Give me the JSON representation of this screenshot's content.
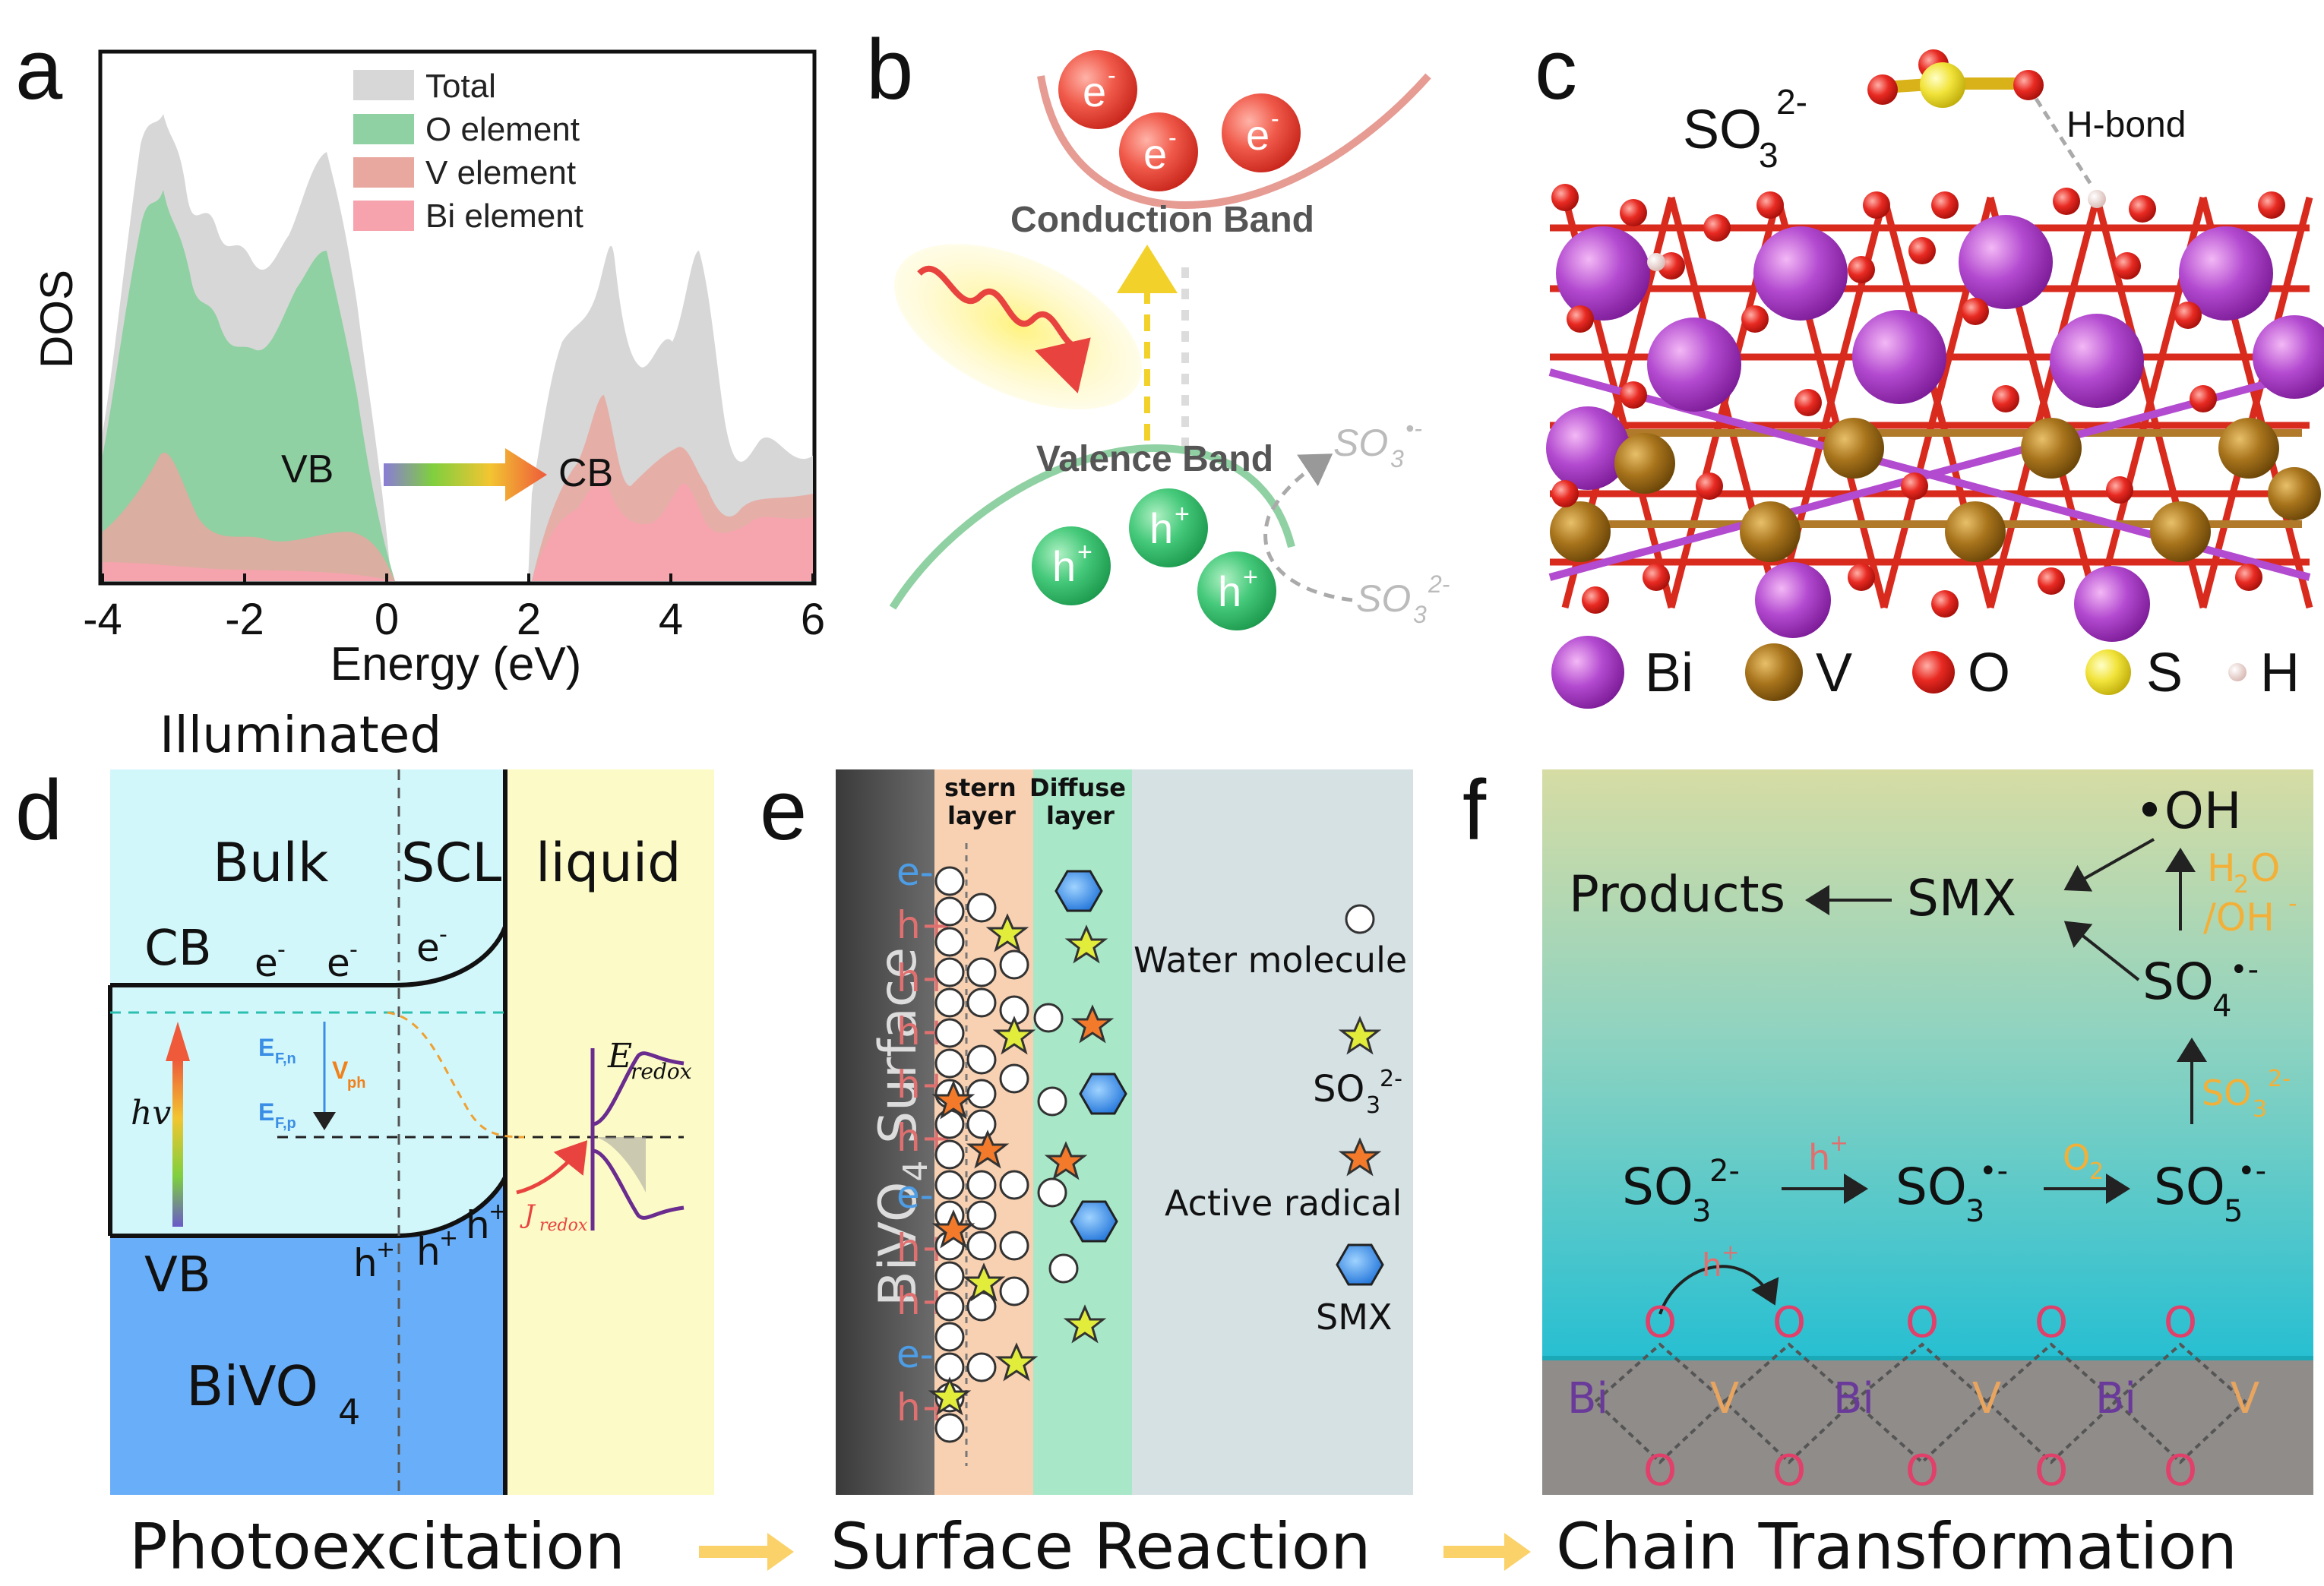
{
  "panels": {
    "a": {
      "letter": "a",
      "ylabel": "DOS",
      "xlabel": "Energy (eV)",
      "legend": [
        "Total",
        "O element",
        "V element",
        "Bi element"
      ],
      "vb": "VB",
      "cb": "CB"
    },
    "b": {
      "letter": "b",
      "conduction": "Conduction Band",
      "valence": "Valence Band",
      "electron": "e",
      "electron_sup": "-",
      "hole": "h",
      "hole_sup": "+",
      "so3_radical": "SO",
      "so3_radical_sub": "3",
      "so3_radical_sup": "•-",
      "so3": "SO",
      "so3_sub": "3",
      "so3_sup": "2-"
    },
    "c": {
      "letter": "c",
      "molecule": "SO",
      "molecule_sub": "3",
      "molecule_sup": "2-",
      "hbond": "H-bond",
      "legend": [
        "Bi",
        "V",
        "O",
        "S",
        "H"
      ]
    },
    "d": {
      "letter": "d",
      "illuminated": "Illuminated",
      "bulk": "Bulk",
      "scl": "SCL",
      "liquid": "liquid",
      "cb": "CB",
      "vb": "VB",
      "material": "BiVO",
      "material_sub": "4",
      "hv": "hv",
      "efn": "E",
      "efn_sub": "F,n",
      "efp": "E",
      "efp_sub": "F,p",
      "vph": "V",
      "vph_sub": "ph",
      "eredox": "E",
      "eredox_sub": "redox",
      "jredox": "J",
      "jredox_sub": "redox",
      "electron": "e",
      "electron_sup": "-",
      "hole": "h",
      "hole_sup": "+"
    },
    "e": {
      "letter": "e",
      "surface": "BiVO",
      "surface_sub": "4",
      "surface_tail": " Surface",
      "stern_line1": "stern",
      "stern_line2": "layer",
      "diffuse_line1": "Diffuse",
      "diffuse_line2": "layer",
      "water": "Water molecule",
      "so3": "SO",
      "so3_sub": "3",
      "so3_sup": "2-",
      "radical": "Active radical",
      "smx": "SMX",
      "charges": [
        "e-",
        "h+",
        "h+",
        "h+",
        "h+",
        "h+",
        "e-",
        "h+",
        "h+",
        "e-",
        "h+"
      ]
    },
    "f": {
      "letter": "f",
      "oh": "•OH",
      "products": "Products",
      "smx": "SMX",
      "h2o": "H",
      "h2o_sub": "2",
      "h2o_tail": "O",
      "oh_minus": "/OH",
      "oh_minus_sup": "-",
      "so4": "SO",
      "so4_sub": "4",
      "so4_sup": "•-",
      "so3_label": "SO",
      "so3_label_sub": "3",
      "so3_label_sup": "2-",
      "so3": "SO",
      "so3_sub": "3",
      "so3_sup": "2-",
      "hplus": "h",
      "hplus_sup": "+",
      "so3rad": "SO",
      "so3rad_sub": "3",
      "so3rad_sup": "•-",
      "o2": "O",
      "o2_sub": "2",
      "so5": "SO",
      "so5_sub": "5",
      "so5_sup": "•-",
      "lattice_top": [
        "O",
        "O",
        "O",
        "O",
        "O"
      ],
      "lattice_mid": [
        "Bi",
        "V",
        "Bi",
        "V",
        "Bi",
        "V"
      ],
      "lattice_bot": [
        "O",
        "O",
        "O",
        "O",
        "O"
      ]
    }
  },
  "footer": {
    "step1": "Photoexcitation",
    "step2": "Surface Reaction",
    "step3": "Chain Transformation"
  },
  "colors": {
    "green": "#3fbf6a",
    "red": "#e8433f",
    "orange": "#f3a03a",
    "blue": "#3a8ee6",
    "pink": "#e0577a",
    "purple": "#6a2c8f"
  }
}
